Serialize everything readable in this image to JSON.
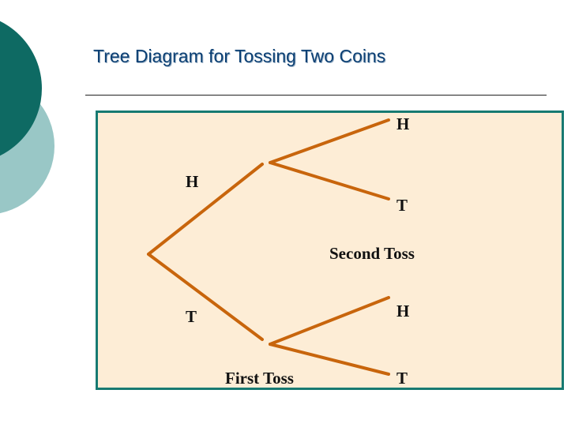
{
  "slide": {
    "title": "Tree Diagram for Tossing Two Coins"
  },
  "diagram": {
    "first_toss": {
      "label": "First Toss",
      "branches": [
        "H",
        "T"
      ]
    },
    "second_toss": {
      "label": "Second Toss",
      "after_h": [
        "H",
        "T"
      ],
      "after_t": [
        "H",
        "T"
      ]
    },
    "colors": {
      "branch": "#c8650c",
      "panel_fill": "#fdedd6",
      "panel_border": "#177a72",
      "title": "#0b3f73",
      "circle_dark": "#0e6a63",
      "circle_light": "#99c7c6"
    }
  }
}
